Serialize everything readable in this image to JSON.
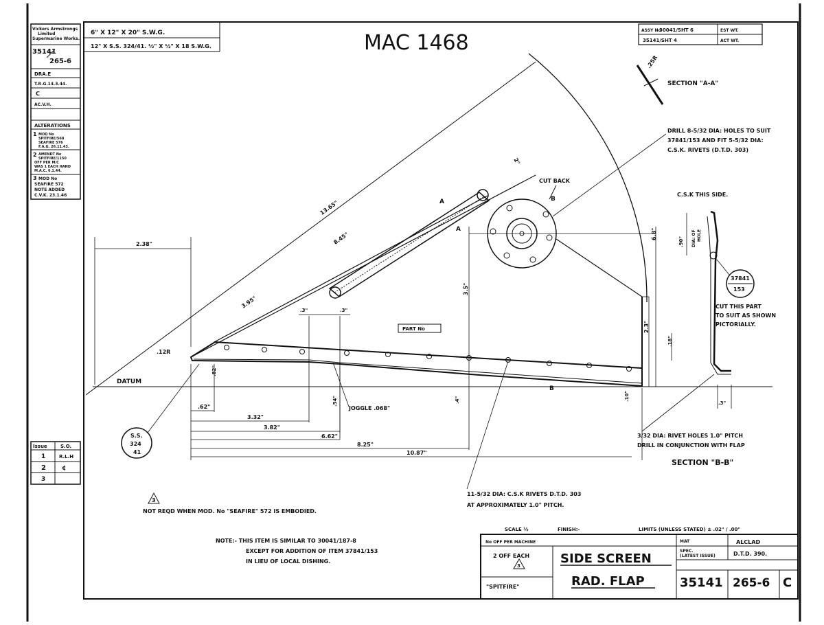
{
  "drawing": {
    "handwritten_id": "MAC 1468",
    "title_line1": "SIDE SCREEN",
    "title_line2": "RAD. FLAP",
    "drawing_no": "35141",
    "sheet_no": "265-6",
    "issue_letter": "C"
  },
  "header": {
    "company": [
      "Vickers Armstrongs",
      "Limited",
      "Supermarine Works."
    ],
    "number_top": "35141",
    "number_bottom": "265-6",
    "material_line1": "6\" X 12\" X 20\" S.W.G.",
    "material_line2": "12\" X S.S. 324/41. ½\" X ½\" X 18 S.W.G.",
    "assy_no_label": "ASSY No",
    "assy_no_1": "30041/SHT 6",
    "assy_no_2": "35141/SHT 4",
    "est_wt": "EST WT.",
    "act_wt": "ACT WT."
  },
  "sidebar": {
    "approvals": [
      "DRA.E",
      "T.R.G.14.3.44.",
      "C",
      "AC.V.H."
    ],
    "alterations_title": "ALTERATIONS",
    "alterations": [
      [
        "1",
        "MOD No",
        "SPITFIRE/568",
        "SEAFIRE 576",
        "F.A.G. 26.11.43."
      ],
      [
        "2",
        "AMENDT No",
        "SPITFIRE/1150",
        "OFF PER M/C",
        "WAS 1 EACH HAND",
        "M.A.C. 6.1.44."
      ],
      [
        "3",
        "MOD No",
        "SEAFIRE 572",
        "NOTE ADDED",
        "C.V.K. 23.1.46"
      ]
    ],
    "issue_table_headers": [
      "Issue",
      "S.O."
    ],
    "issue_rows": [
      [
        "1",
        "R.L.H"
      ],
      [
        "2",
        "¢"
      ],
      [
        "3",
        ""
      ]
    ]
  },
  "labels": {
    "section_aa": "SECTION \"A-A\"",
    "section_bb": "SECTION \"B-B\"",
    "r25": ".25R",
    "drill_note": [
      "DRILL 8-5/32 DIA: HOLES TO SUIT",
      "37841/153 AND FIT 5-5/32 DIA:",
      "C.S.K. RIVETS (D.T.D. 303)"
    ],
    "cut_back": "CUT BACK",
    "csk_this_side": "C.S.K THIS SIDE.",
    "hole_note": [
      "DIA: OF",
      "HOLE"
    ],
    "hole_dim": ".90\"",
    "item_circle": [
      "37841",
      "153"
    ],
    "cut_note": [
      "CUT THIS PART",
      "TO SUIT AS SHOWN",
      "PICTORIALLY."
    ],
    "part_no": "PART No",
    "datum": "DATUM",
    "joggle": "JOGGLE .068\"",
    "ss_circle": [
      "S.S.",
      "324",
      "41"
    ],
    "rivet_note_bb": [
      "3/32 DIA: RIVET HOLES 1.0\" PITCH",
      "DRILL IN CONJUNCTION WITH FLAP"
    ],
    "rivet_note_main": [
      "11-5/32 DIA: C.S.K RIVETS D.T.D. 303",
      "AT APPROXIMATELY 1.0\" PITCH."
    ],
    "mod_note_tri": "3",
    "mod_note": "NOT REQD WHEN MOD. No \"SEAFIRE\" 572 IS EMBODIED.",
    "note_main": [
      "NOTE:-  THIS ITEM IS SIMILAR TO 30041/187-8",
      "EXCEPT FOR ADDITION OF ITEM 37841/153",
      "IN LIEU OF LOCAL DISHING."
    ],
    "sec_a": "A",
    "sec_b": "B"
  },
  "dimensions": {
    "d_238": "2.38\"",
    "d_1365": "13.65\"",
    "d_845": "8.45\"",
    "d_395": "3.95\"",
    "d_12r": ".12R",
    "d_3a": ".3\"",
    "d_3b": ".3\"",
    "d_35": "3.5\"",
    "d_68": "6.8\"",
    "d_23": "2.3\"",
    "d_2top": "2\"",
    "d_82": ".82\"",
    "d_54": ".54\"",
    "d_4": ".4\"",
    "d_10": ".10\"",
    "d_62": ".62\"",
    "d_332": "3.32\"",
    "d_382": "3.82\"",
    "d_662": "6.62\"",
    "d_825": "8.25\"",
    "d_1087": "10.87\"",
    "d_18": ".18\"",
    "d_3bb": ".3\""
  },
  "title_block": {
    "scale": "SCALE ½",
    "finish": "FINISH:-",
    "limits": "LIMITS (UNLESS STATED) ± .02\" / .00\"",
    "no_off_label": "No OFF PER MACHINE",
    "no_off_value": "2 OFF EACH",
    "no_off_tri": "3",
    "aircraft": "\"SPITFIRE\"",
    "mat_label": "MAT",
    "mat_value": "ALCLAD",
    "spec_label": [
      "SPEC.",
      "(LATEST ISSUE)"
    ],
    "spec_value": "D.T.D. 390."
  }
}
